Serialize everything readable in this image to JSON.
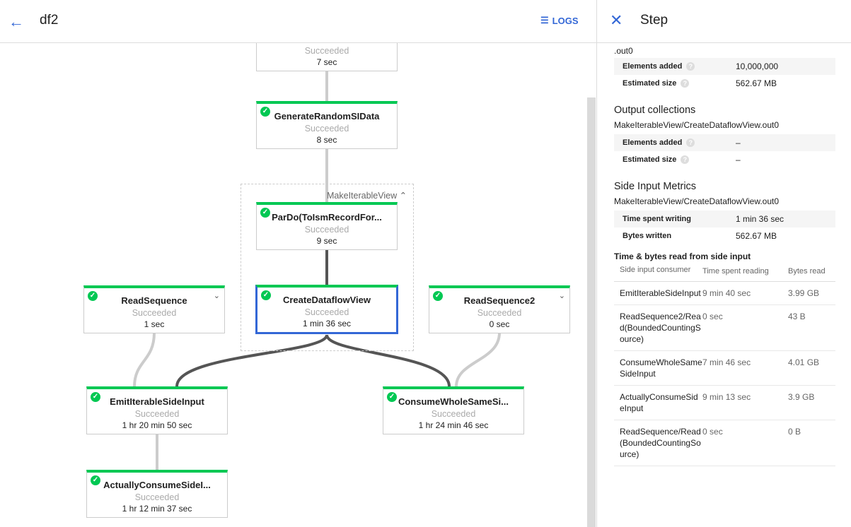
{
  "header": {
    "title": "df2",
    "logs_label": "LOGS"
  },
  "graph": {
    "group_label": "MakeIterableView",
    "nodes": [
      {
        "name": "",
        "status": "Succeeded",
        "duration": "7 sec"
      },
      {
        "name": "GenerateRandomSIData",
        "status": "Succeeded",
        "duration": "8 sec"
      },
      {
        "name": "ParDo(ToIsmRecordFor...",
        "status": "Succeeded",
        "duration": "9 sec"
      },
      {
        "name": "CreateDataflowView",
        "status": "Succeeded",
        "duration": "1 min 36 sec"
      },
      {
        "name": "ReadSequence",
        "status": "Succeeded",
        "duration": "1 sec"
      },
      {
        "name": "ReadSequence2",
        "status": "Succeeded",
        "duration": "0 sec"
      },
      {
        "name": "EmitIterableSideInput",
        "status": "Succeeded",
        "duration": "1 hr 20 min 50 sec"
      },
      {
        "name": "ConsumeWholeSameSi...",
        "status": "Succeeded",
        "duration": "1 hr 24 min 46 sec"
      },
      {
        "name": "ActuallyConsumeSideI...",
        "status": "Succeeded",
        "duration": "1 hr 12 min 37 sec"
      }
    ]
  },
  "panel": {
    "title": "Step",
    "top_fragment": ".out0",
    "input_metrics": [
      {
        "label": "Elements added",
        "value": "10,000,000"
      },
      {
        "label": "Estimated size",
        "value": "562.67 MB"
      }
    ],
    "output_title": "Output collections",
    "output_name": "MakeIterableView/CreateDataflowView.out0",
    "output_metrics": [
      {
        "label": "Elements added",
        "value": "–"
      },
      {
        "label": "Estimated size",
        "value": "–"
      }
    ],
    "side_title": "Side Input Metrics",
    "side_name": "MakeIterableView/CreateDataflowView.out0",
    "side_metrics": [
      {
        "label": "Time spent writing",
        "value": "1 min 36 sec"
      },
      {
        "label": "Bytes written",
        "value": "562.67 MB"
      }
    ],
    "read_title": "Time & bytes read from side input",
    "read_headers": [
      "Side input consumer",
      "Time spent reading",
      "Bytes read"
    ],
    "read_rows": [
      [
        "EmitIterableSideInput",
        "9 min 40 sec",
        "3.99 GB"
      ],
      [
        "ReadSequence2/Read(BoundedCountingSource)",
        "0 sec",
        "43 B"
      ],
      [
        "ConsumeWholeSameSideInput",
        "7 min 46 sec",
        "4.01 GB"
      ],
      [
        "ActuallyConsumeSideInput",
        "9 min 13 sec",
        "3.9 GB"
      ],
      [
        "ReadSequence/Read(BoundedCountingSource)",
        "0 sec",
        "0 B"
      ]
    ]
  },
  "colors": {
    "accent": "#3367d6",
    "success": "#00c853"
  }
}
